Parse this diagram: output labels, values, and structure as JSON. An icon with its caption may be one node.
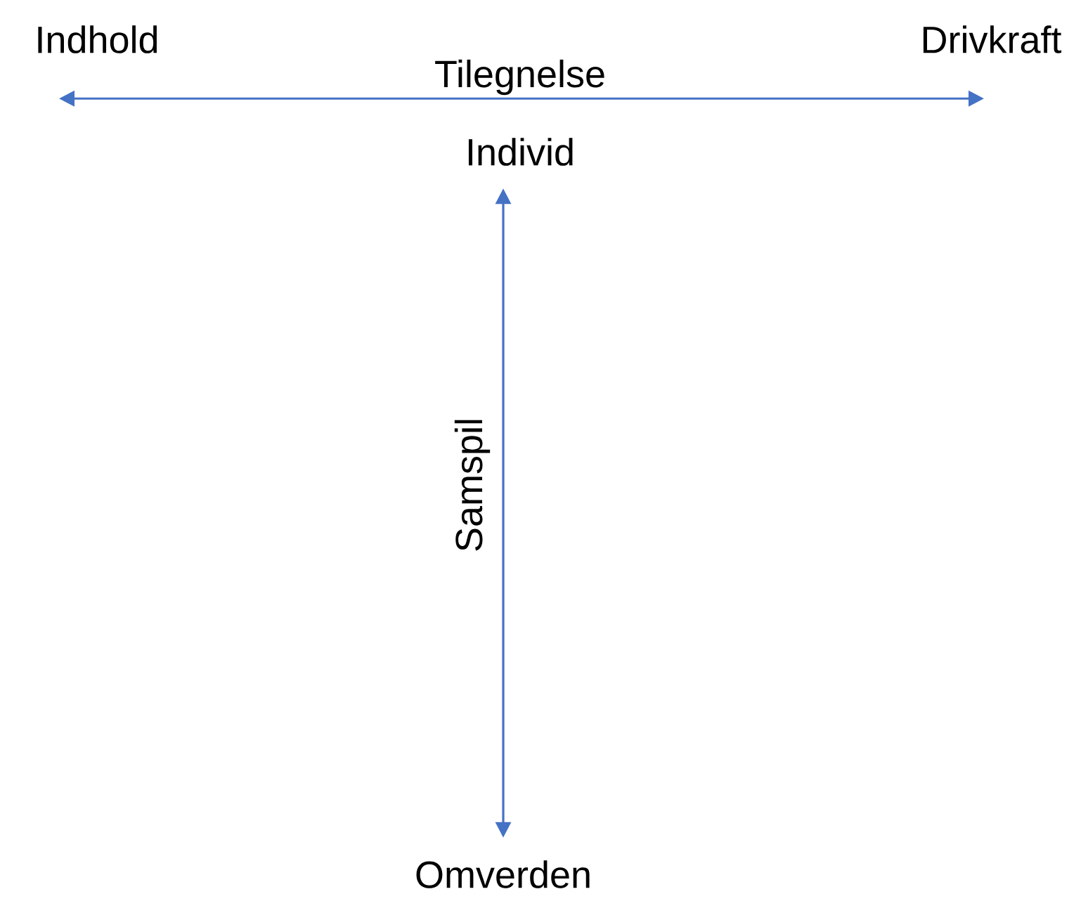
{
  "diagram": {
    "nodes": [
      {
        "text": [
          "Indhold"
        ]
      },
      {
        "text": [
          "Drivkraft"
        ]
      },
      {
        "text": [
          "Individ"
        ]
      },
      {
        "text": [
          "Omverden"
        ]
      }
    ],
    "edges": [
      {
        "from": 0,
        "to": 1,
        "arrow": "both",
        "label": "Tilegnelse"
      },
      {
        "from": 2,
        "to": 3,
        "arrow": "both",
        "label": "Samspil"
      }
    ]
  }
}
